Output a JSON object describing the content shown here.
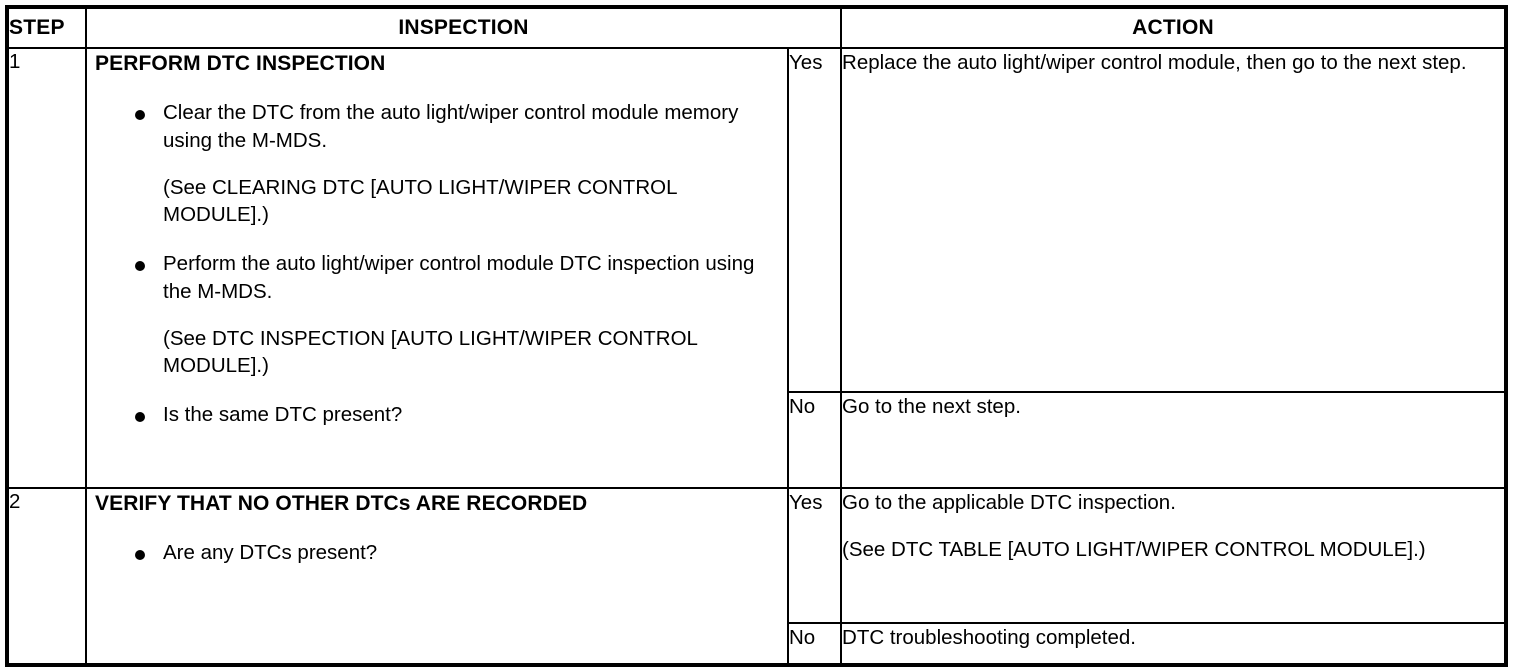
{
  "table": {
    "headers": {
      "step": "STEP",
      "inspection": "INSPECTION",
      "action": "ACTION"
    },
    "rows": [
      {
        "step": "1",
        "inspection": {
          "title": "PERFORM DTC INSPECTION",
          "bullets": [
            {
              "text": "Clear the DTC from the auto light/wiper control module memory using the M-MDS.",
              "note": "(See CLEARING DTC [AUTO LIGHT/WIPER CONTROL MODULE].)"
            },
            {
              "text": "Perform the auto light/wiper control module DTC inspection using the M-MDS.",
              "note": "(See DTC INSPECTION [AUTO LIGHT/WIPER CONTROL MODULE].)"
            },
            {
              "text": "Is the same DTC present?",
              "note": ""
            }
          ]
        },
        "actions": [
          {
            "answer": "Yes",
            "text": "Replace the auto light/wiper control module, then go to the next step.",
            "note": ""
          },
          {
            "answer": "No",
            "text": "Go to the next step.",
            "note": ""
          }
        ]
      },
      {
        "step": "2",
        "inspection": {
          "title": "VERIFY THAT NO OTHER DTCs ARE RECORDED",
          "bullets": [
            {
              "text": "Are any DTCs present?",
              "note": ""
            }
          ]
        },
        "actions": [
          {
            "answer": "Yes",
            "text": "Go to the applicable DTC inspection.",
            "note": "(See DTC TABLE [AUTO LIGHT/WIPER CONTROL MODULE].)"
          },
          {
            "answer": "No",
            "text": "DTC troubleshooting completed.",
            "note": ""
          }
        ]
      }
    ]
  }
}
